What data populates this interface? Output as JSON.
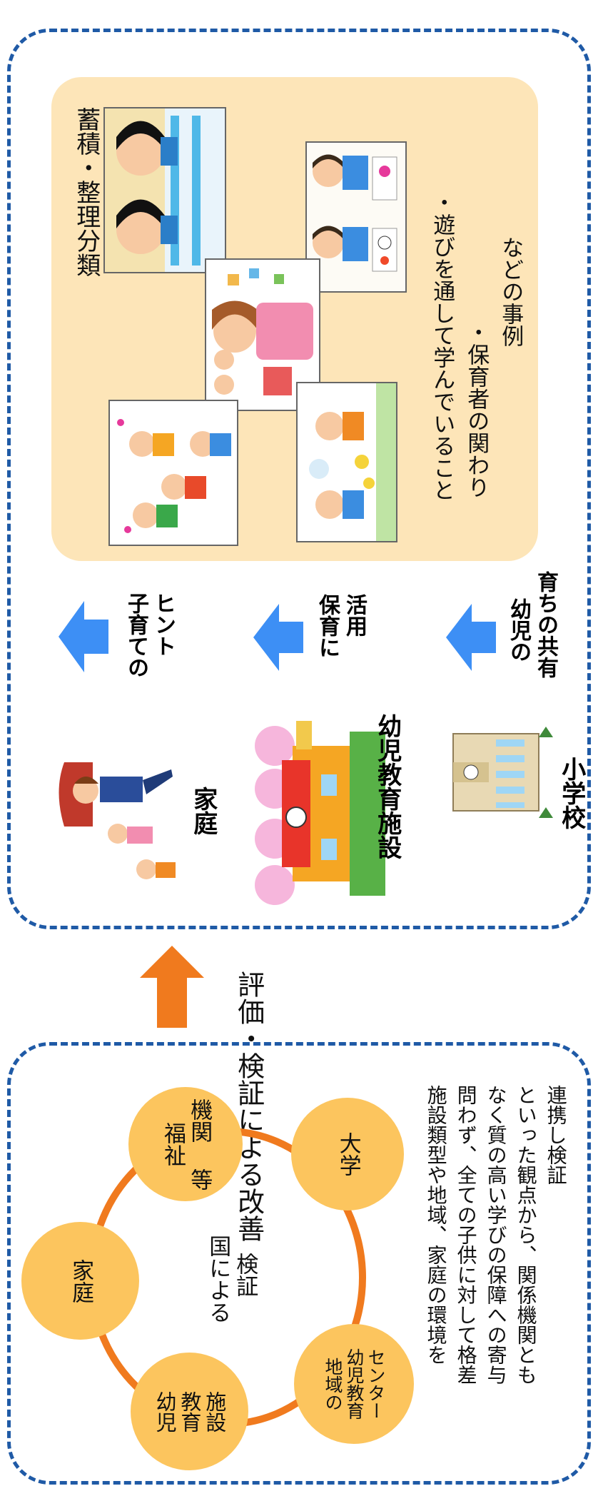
{
  "top": {
    "bubble_note": "蓄積・整理分類",
    "examples": [
      "・遊びを通して学んでいること",
      "・保育者の関わり",
      "　などの事例"
    ],
    "arrows": [
      {
        "label_lines": [
          "子育ての",
          "ヒント"
        ]
      },
      {
        "label_lines": [
          "保育に",
          "活用"
        ]
      },
      {
        "label_lines": [
          "幼児の",
          "育ちの共有"
        ]
      }
    ],
    "targets": [
      "家庭",
      "幼児教育施設",
      "小学校"
    ],
    "colors": {
      "border": "#1f5aa6",
      "bubble": "#fde5b8",
      "arrow": "#3d8ff5"
    }
  },
  "middle": {
    "improve_label": "評価・検証による改善",
    "colors": {
      "arrow": "#f07a1e"
    }
  },
  "bottom": {
    "center": [
      "国による",
      "検証"
    ],
    "nodes": [
      {
        "lines": [
          "福祉",
          "機関 等"
        ]
      },
      {
        "lines": [
          "家庭"
        ]
      },
      {
        "lines": [
          "大学"
        ]
      },
      {
        "lines": [
          "幼児",
          "教育",
          "施設"
        ]
      },
      {
        "lines": [
          "地域の",
          "幼児教育",
          "センター"
        ]
      }
    ],
    "description": [
      "施設類型や地域、家庭の環境を",
      "問わず、全ての子供に対して格差",
      "なく質の高い学びの保障への寄与",
      "といった観点から、関係機関とも",
      "連携し検証"
    ],
    "colors": {
      "ring": "#f07a1e",
      "node": "#fcc55e"
    }
  }
}
